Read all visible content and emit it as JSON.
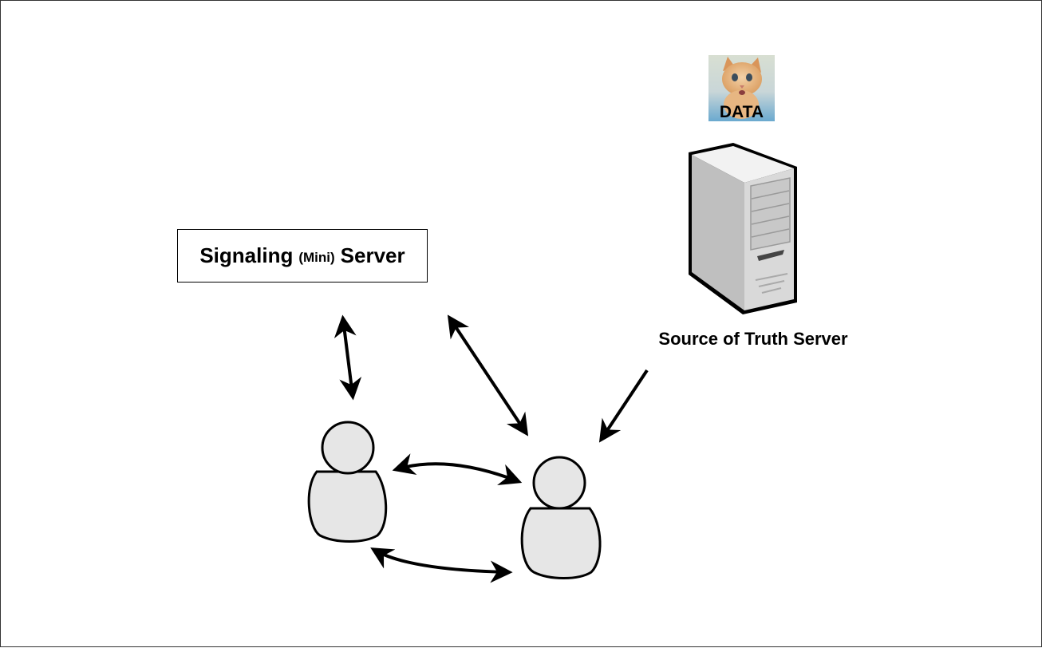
{
  "signaling_server": {
    "label_before": "Signaling",
    "label_small": "(Mini)",
    "label_after": "Server"
  },
  "source_of_truth_server": {
    "label": "Source of Truth Server",
    "icon": "server-tower-icon"
  },
  "data_badge": {
    "label": "DATA",
    "icon": "kitten-photo"
  },
  "users": [
    {
      "icon": "user-icon"
    },
    {
      "icon": "user-icon"
    }
  ],
  "colors": {
    "stroke": "#000000",
    "fill": "#e6e6e6",
    "server_body": "#d9d9d9"
  }
}
